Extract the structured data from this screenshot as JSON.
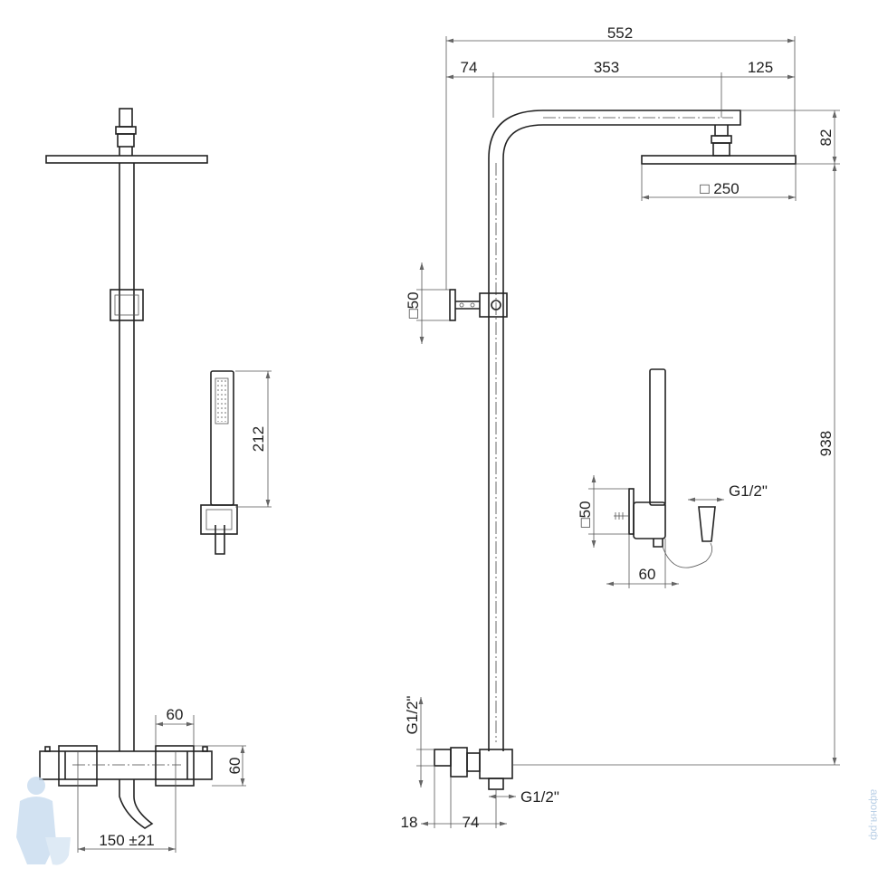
{
  "front_view": {
    "dim_handshower_length": "212",
    "dim_cap_width": "60",
    "dim_mixer_height": "60",
    "dim_inlet_spacing": "150 ±21"
  },
  "side_view": {
    "dim_total_width": "552",
    "dim_wall_offset": "74",
    "dim_arm_length": "353",
    "dim_head_offset": "125",
    "dim_head_height": "82",
    "dim_head_size": "□ 250",
    "dim_total_height": "938",
    "dim_bracket_size": "□50",
    "dim_holder_size": "□50",
    "dim_holder_depth": "60",
    "thread_hose": "G1/2\"",
    "thread_inlet": "G1/2\"",
    "thread_outlet": "G1/2\"",
    "dim_inlet_depth": "18",
    "dim_inlet_offset": "74"
  },
  "watermark": {
    "text": "афоня.рф"
  },
  "colors": {
    "line": "#222222",
    "watermark": "#b9cfe6"
  }
}
